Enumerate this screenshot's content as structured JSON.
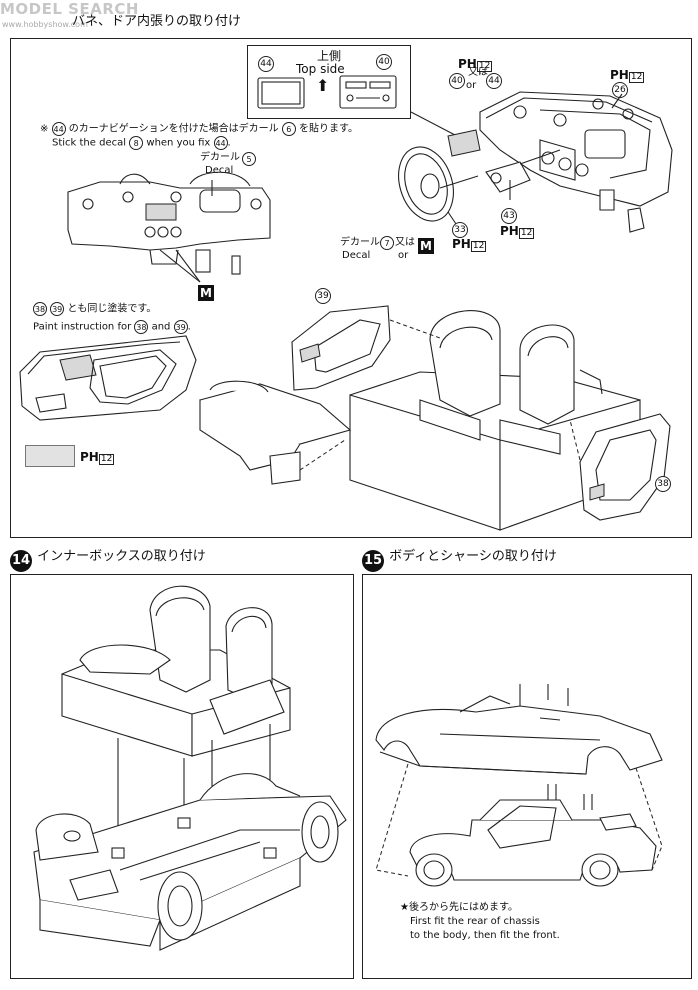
{
  "watermark": {
    "brand": "MODEL SEARCH",
    "site": "www.hobbyshow.com"
  },
  "section13": {
    "title_fragment": "バネ、ドア内張りの取り付け",
    "top_side_box": {
      "label_jp": "上側",
      "label_en": "Top side",
      "part_left": "44",
      "part_right": "40"
    },
    "part_44_40_callout": {
      "ph_label": "PH",
      "ph_num": "12",
      "part_a": "40",
      "or_jp": "又は",
      "or_en": "or",
      "part_b": "44"
    },
    "part_26_callout": {
      "ph_label": "PH",
      "ph_num": "12",
      "part": "26"
    },
    "navi_note": {
      "marker": "※",
      "part": "44",
      "jp_mid": "のカーナビゲーションを付けた場合はデカール",
      "decal_num": "6",
      "jp_end": "を貼ります。",
      "en_start": "Stick the decal",
      "en_decal": "8",
      "en_mid": "when you fix",
      "en_part": "44",
      "en_end": "."
    },
    "decal_5": {
      "label_jp": "デカール",
      "num": "5",
      "label_en": "Decal"
    },
    "decal_7": {
      "label_jp": "デカール",
      "num": "7",
      "or_jp": "又は",
      "label_en": "Decal",
      "or_en": "or",
      "m_mark": "M"
    },
    "part_33_callout": {
      "part": "33",
      "ph_label": "PH",
      "ph_num": "12"
    },
    "part_43_callout": {
      "part": "43",
      "ph_label": "PH",
      "ph_num": "12"
    },
    "dash_m_mark": "M",
    "paint_note": {
      "part_a": "38",
      "part_b": "39",
      "jp_end": "とも同じ塗装です。",
      "en_start": "Paint instruction for",
      "en_and": "and",
      "en_end": "."
    },
    "door_swatch": {
      "ph_label": "PH",
      "ph_num": "12"
    },
    "part_39_label": "39",
    "part_38_label": "38"
  },
  "section14": {
    "num": "14",
    "title": "インナーボックスの取り付け"
  },
  "section15": {
    "num": "15",
    "title": "ボディとシャーシの取り付け",
    "note": {
      "marker": "★",
      "jp": "後ろから先にはめます。",
      "en_line1": "First fit the rear of chassis",
      "en_line2": "to the body, then fit the front."
    }
  }
}
